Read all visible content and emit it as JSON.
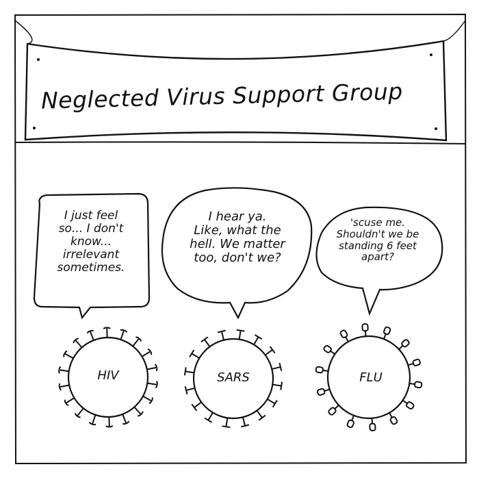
{
  "banner": {
    "title": "Neglected Virus Support Group"
  },
  "speech": {
    "hiv": "I just feel\nso... I don't\nknow...\nirrelevant\nsometimes.",
    "sars": "I hear ya.\nLike, what the\nhell. We matter\ntoo, don't we?",
    "flu": "'scuse me.\nShouldn't we be\nstanding 6 feet\napart?"
  },
  "viruses": {
    "hiv": "HIV",
    "sars": "SARS",
    "flu": "FLU"
  },
  "colors": {
    "ink": "#111111",
    "paper": "#ffffff"
  }
}
